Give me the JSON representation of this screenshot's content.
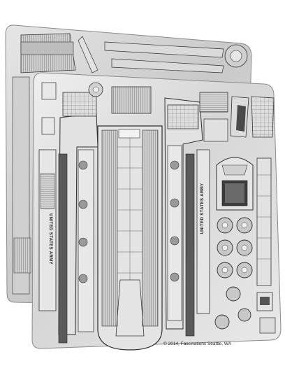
{
  "photo": {
    "subject": "metal model kit sheets",
    "copyright_text": "© 2014, Fascinations Seattle, WA",
    "hull_marking_left": "UNITED STATES ARMY",
    "hull_marking_right": "UNITED STATES ARMY",
    "sheet_color": "#d9d9d9",
    "sheet_back_color": "#cfcfcf",
    "line_color": "#3a3a3a"
  }
}
